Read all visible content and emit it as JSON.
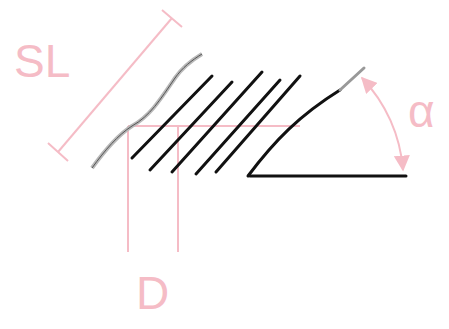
{
  "diagram": {
    "labels": [
      "SL",
      "D",
      "α"
    ]
  }
}
